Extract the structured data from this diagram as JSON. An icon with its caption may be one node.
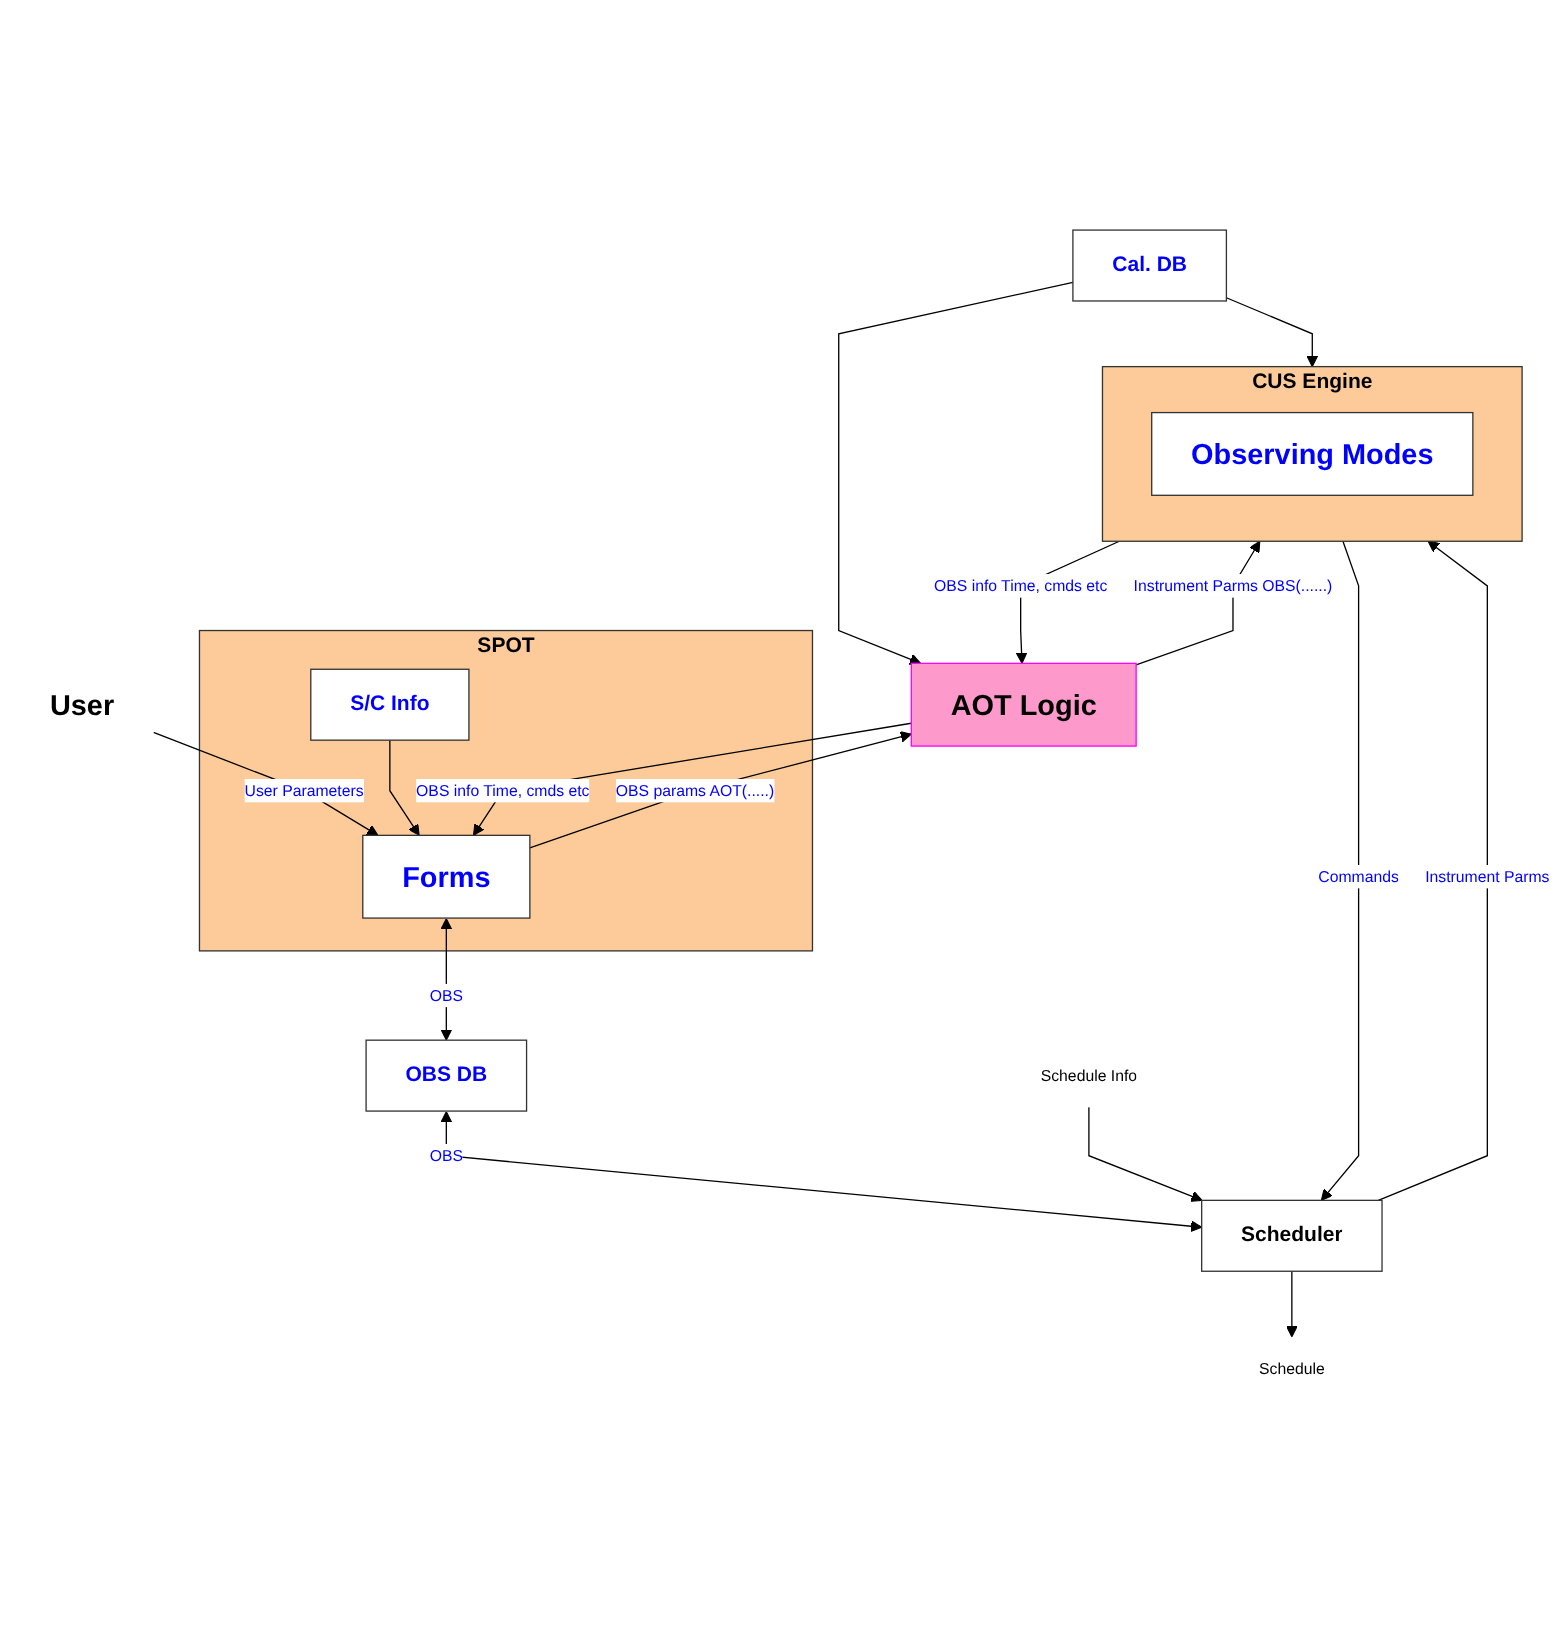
{
  "diagram": {
    "nodes": [
      {
        "text": [
          "User"
        ]
      },
      {
        "text": [
          "SPOT"
        ]
      },
      {
        "text": [
          "S/C Info"
        ],
        "in": 1
      },
      {
        "text": [
          "Forms"
        ],
        "in": 1
      },
      {
        "text": [
          "OBS DB"
        ]
      },
      {
        "text": [
          "AOT Logic"
        ]
      },
      {
        "text": [
          "Cal. DB"
        ]
      },
      {
        "text": [
          "CUS Engine"
        ]
      },
      {
        "text": [
          "Observing Modes"
        ],
        "in": 7
      },
      {
        "text": [
          "Scheduler"
        ]
      },
      {
        "text": [
          "Schedule Info"
        ]
      },
      {
        "text": [
          "Schedule"
        ]
      }
    ],
    "edges": [
      {
        "from": 0,
        "to": 3,
        "arrow": "to",
        "label": "User Parameters"
      },
      {
        "from": 2,
        "to": 3,
        "arrow": "to"
      },
      {
        "from": 3,
        "to": 4,
        "arrow": "both",
        "label": "OBS"
      },
      {
        "from": 3,
        "to": 5,
        "arrow": "to",
        "label": "OBS params AOT(.....)"
      },
      {
        "from": 5,
        "to": 3,
        "arrow": "to",
        "label": "OBS info Time, cmds etc"
      },
      {
        "from": 4,
        "to": 9,
        "arrow": "both",
        "label": "OBS"
      },
      {
        "from": 6,
        "to": 5,
        "arrow": "to"
      },
      {
        "from": 6,
        "to": 7,
        "arrow": "to"
      },
      {
        "from": 5,
        "to": 7,
        "arrow": "to",
        "label": "Instrument Parms OBS(......)"
      },
      {
        "from": 7,
        "to": 5,
        "arrow": "to",
        "label": "OBS info Time, cmds etc"
      },
      {
        "from": 10,
        "to": 9,
        "arrow": "to"
      },
      {
        "from": 9,
        "to": 7,
        "arrow": "to",
        "label": "Instrument Parms"
      },
      {
        "from": 7,
        "to": 9,
        "arrow": "to",
        "label": "Commands"
      },
      {
        "from": 9,
        "to": 11,
        "arrow": "to"
      }
    ]
  }
}
